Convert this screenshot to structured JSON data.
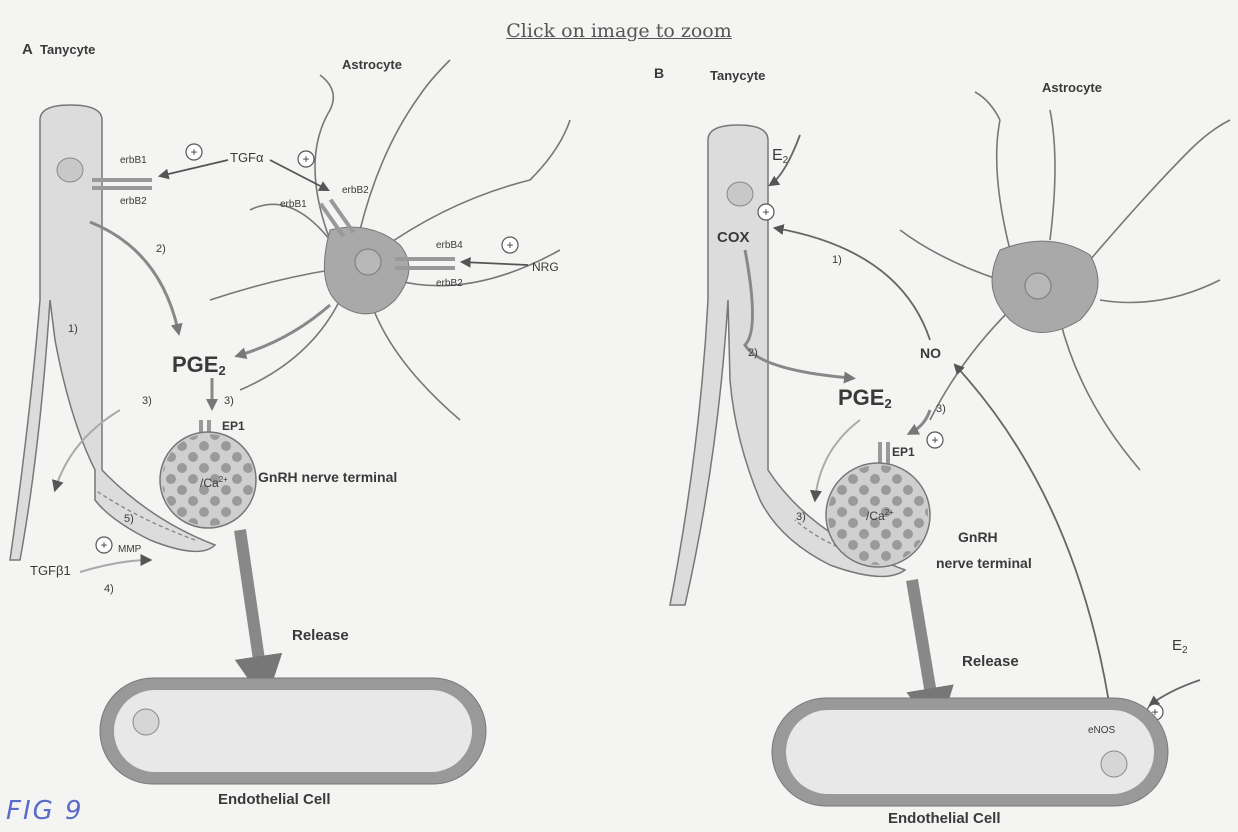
{
  "header": {
    "zoom_link": "Click on image to zoom"
  },
  "panel_a": {
    "letter": "A",
    "tanycyte": "Tanycyte",
    "astrocyte": "Astrocyte",
    "tgfa": "TGFα",
    "erbb1": "erbB1",
    "erbb2": "erbB2",
    "erbb4": "erbB4",
    "nrg": "NRG",
    "pge2": "PGE",
    "pge2_sub": "2",
    "ep1": "EP1",
    "ca": "/Ca",
    "ca_sup": "2+",
    "terminal": "GnRH nerve terminal",
    "tgfb1": "TGFβ1",
    "mmp": "MMP",
    "release": "Release",
    "endothelial": "Endothelial Cell",
    "step1": "1)",
    "step2": "2)",
    "step3": "3)",
    "step4": "4)",
    "step5": "5)",
    "plus": "+"
  },
  "panel_b": {
    "letter": "B",
    "tanycyte": "Tanycyte",
    "astrocyte": "Astrocyte",
    "e2_top": "E",
    "e2_sub": "2",
    "cox": "COX",
    "no": "NO",
    "pge2": "PGE",
    "pge2_sub": "2",
    "ep1": "EP1",
    "ca": "/Ca",
    "ca_sup": "2+",
    "terminal_line1": "GnRH",
    "terminal_line2": "nerve terminal",
    "release": "Release",
    "e2_bottom": "E",
    "enos": "eNOS",
    "endothelial": "Endothelial Cell",
    "step1": "1)",
    "step2": "2)",
    "step3": "3)",
    "plus": "+"
  },
  "footer": {
    "handwritten": "FIG 9"
  }
}
